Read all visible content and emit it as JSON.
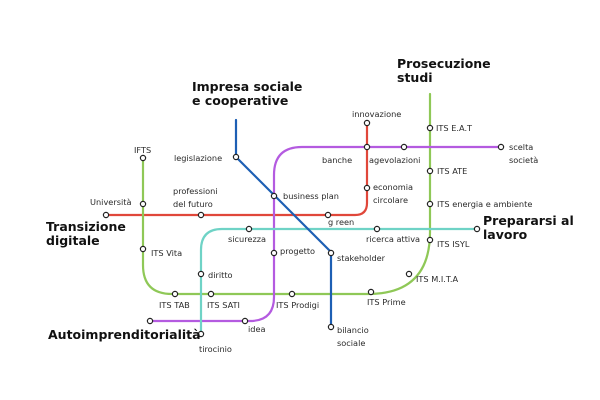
{
  "colors": {
    "red_line": "#e0473a",
    "green_line": "#8fc857",
    "purple_line": "#b45be0",
    "teal_line": "#6fd3c6",
    "blue_line": "#1d5fb4"
  },
  "terminals": {
    "prosecuzione": [
      "Prosecuzione",
      "studi"
    ],
    "impresa": [
      "Impresa sociale",
      "e cooperative"
    ],
    "transizione": [
      "Transizione",
      "digitale"
    ],
    "prepararsi": [
      "Prepararsi al",
      "lavoro"
    ],
    "autoimprenditorialita": [
      "Autoimprenditorialità"
    ]
  },
  "stations": {
    "innovazione": [
      "innovazione"
    ],
    "its_eat": [
      "ITS E.A.T"
    ],
    "scelta_societa": [
      "scelta",
      "società"
    ],
    "ifts": [
      "IFTS"
    ],
    "legislazione": [
      "legislazione"
    ],
    "banche": [
      "banche"
    ],
    "agevolazioni": [
      "agevolazioni"
    ],
    "its_ate": [
      "ITS ATE"
    ],
    "universita": [
      "Università"
    ],
    "professioni": [
      "professioni",
      "del futuro"
    ],
    "business_plan": [
      "business plan"
    ],
    "economia_circolare": [
      "economia",
      "circolare"
    ],
    "its_energia": [
      "ITS energia e ambiente"
    ],
    "green": [
      "g reen"
    ],
    "sicurezza": [
      "sicurezza"
    ],
    "ricerca_attiva": [
      "ricerca attiva"
    ],
    "its_isyl": [
      "ITS ISYL"
    ],
    "its_vita": [
      "ITS Vita"
    ],
    "progetto": [
      "progetto"
    ],
    "stakeholder": [
      "stakeholder"
    ],
    "diritto": [
      "diritto"
    ],
    "its_mita": [
      "ITS M.I.T.A"
    ],
    "its_tab": [
      "ITS TAB"
    ],
    "its_sati": [
      "ITS SATI"
    ],
    "its_prodigi": [
      "ITS Prodigi"
    ],
    "its_prime": [
      "ITS Prime"
    ],
    "idea": [
      "idea"
    ],
    "bilancio_sociale": [
      "bilancio",
      "sociale"
    ],
    "tirocinio": [
      "tirocinio"
    ]
  }
}
